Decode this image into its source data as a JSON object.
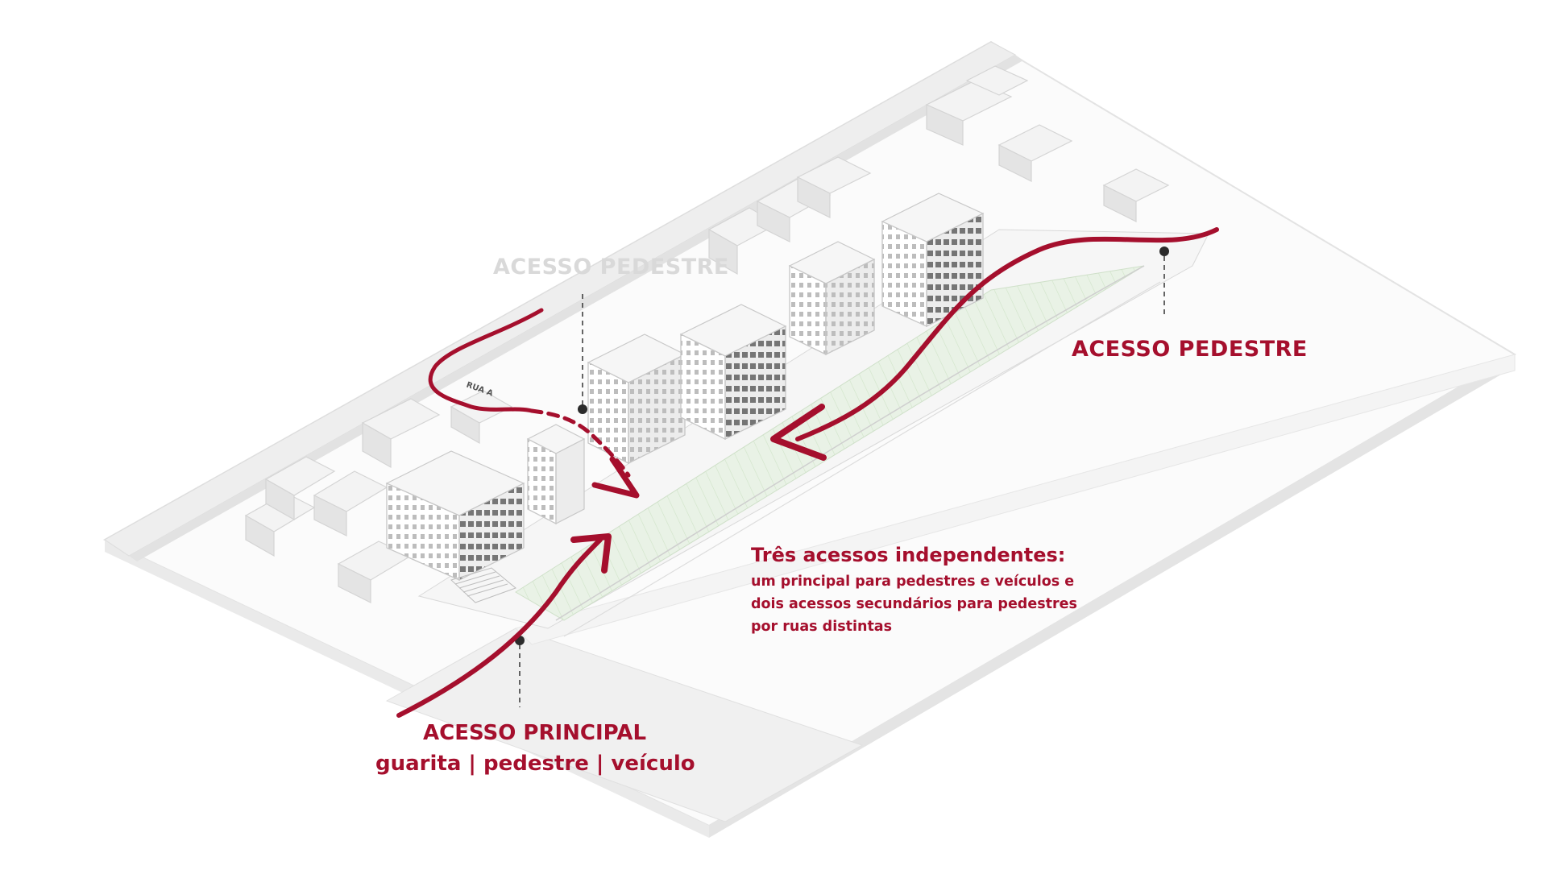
{
  "labels": {
    "pedestrian_access_back": "ACESSO PEDESTRE",
    "pedestrian_access_right": "ACESSO PEDESTRE",
    "main_access_title": "ACESSO PRINCIPAL",
    "main_access_sub": "guarita | pedestre | veículo",
    "street_name": "RUA A"
  },
  "info": {
    "title": "Três acessos independentes:",
    "lines": [
      "um principal para pedestres e veículos e",
      "dois acessos secundários para pedestres",
      "por ruas distintas"
    ]
  },
  "colors": {
    "accent": "#a50f2d",
    "ghost_text": "#d9d9d9",
    "massing": "#f2f2f2",
    "massing_side": "#dedede",
    "green": "#d8ead2"
  }
}
